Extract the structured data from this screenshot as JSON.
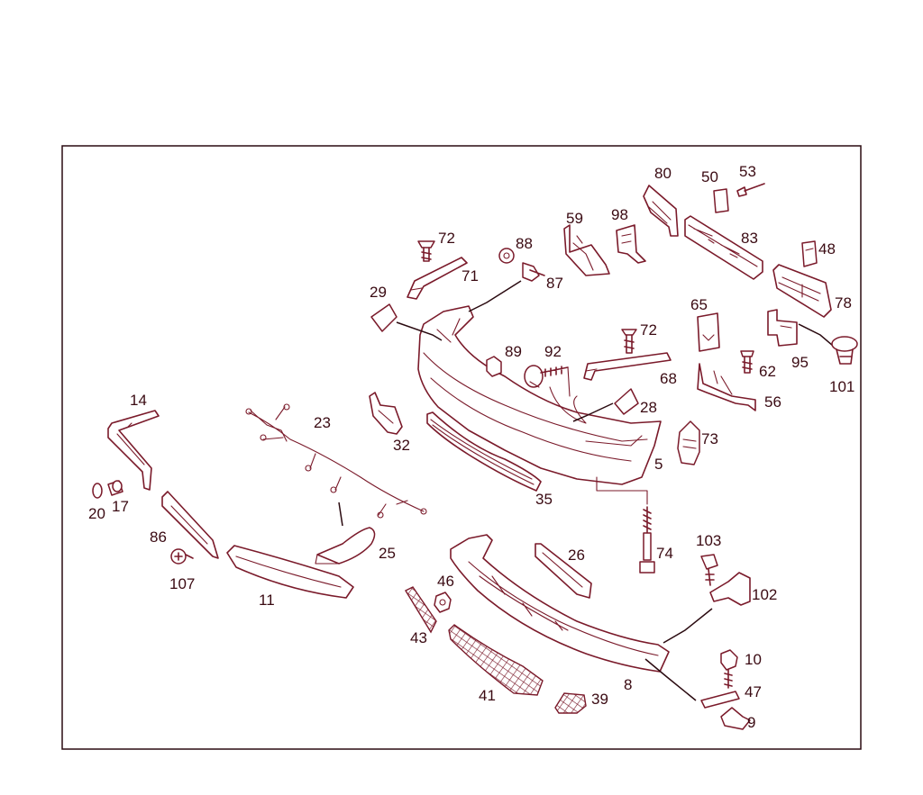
{
  "diagram": {
    "labels": [
      "5",
      "8",
      "9",
      "10",
      "11",
      "14",
      "17",
      "20",
      "23",
      "25",
      "26",
      "28",
      "29",
      "32",
      "35",
      "39",
      "41",
      "43",
      "46",
      "47",
      "48",
      "50",
      "53",
      "56",
      "59",
      "62",
      "65",
      "68",
      "71",
      "72",
      "73",
      "74",
      "78",
      "80",
      "83",
      "86",
      "87",
      "88",
      "89",
      "92",
      "95",
      "98",
      "101",
      "102",
      "103",
      "107"
    ]
  },
  "colors": {
    "line": "#7a1a2a",
    "text": "#3a0a12",
    "frame": "#2a0a10"
  }
}
